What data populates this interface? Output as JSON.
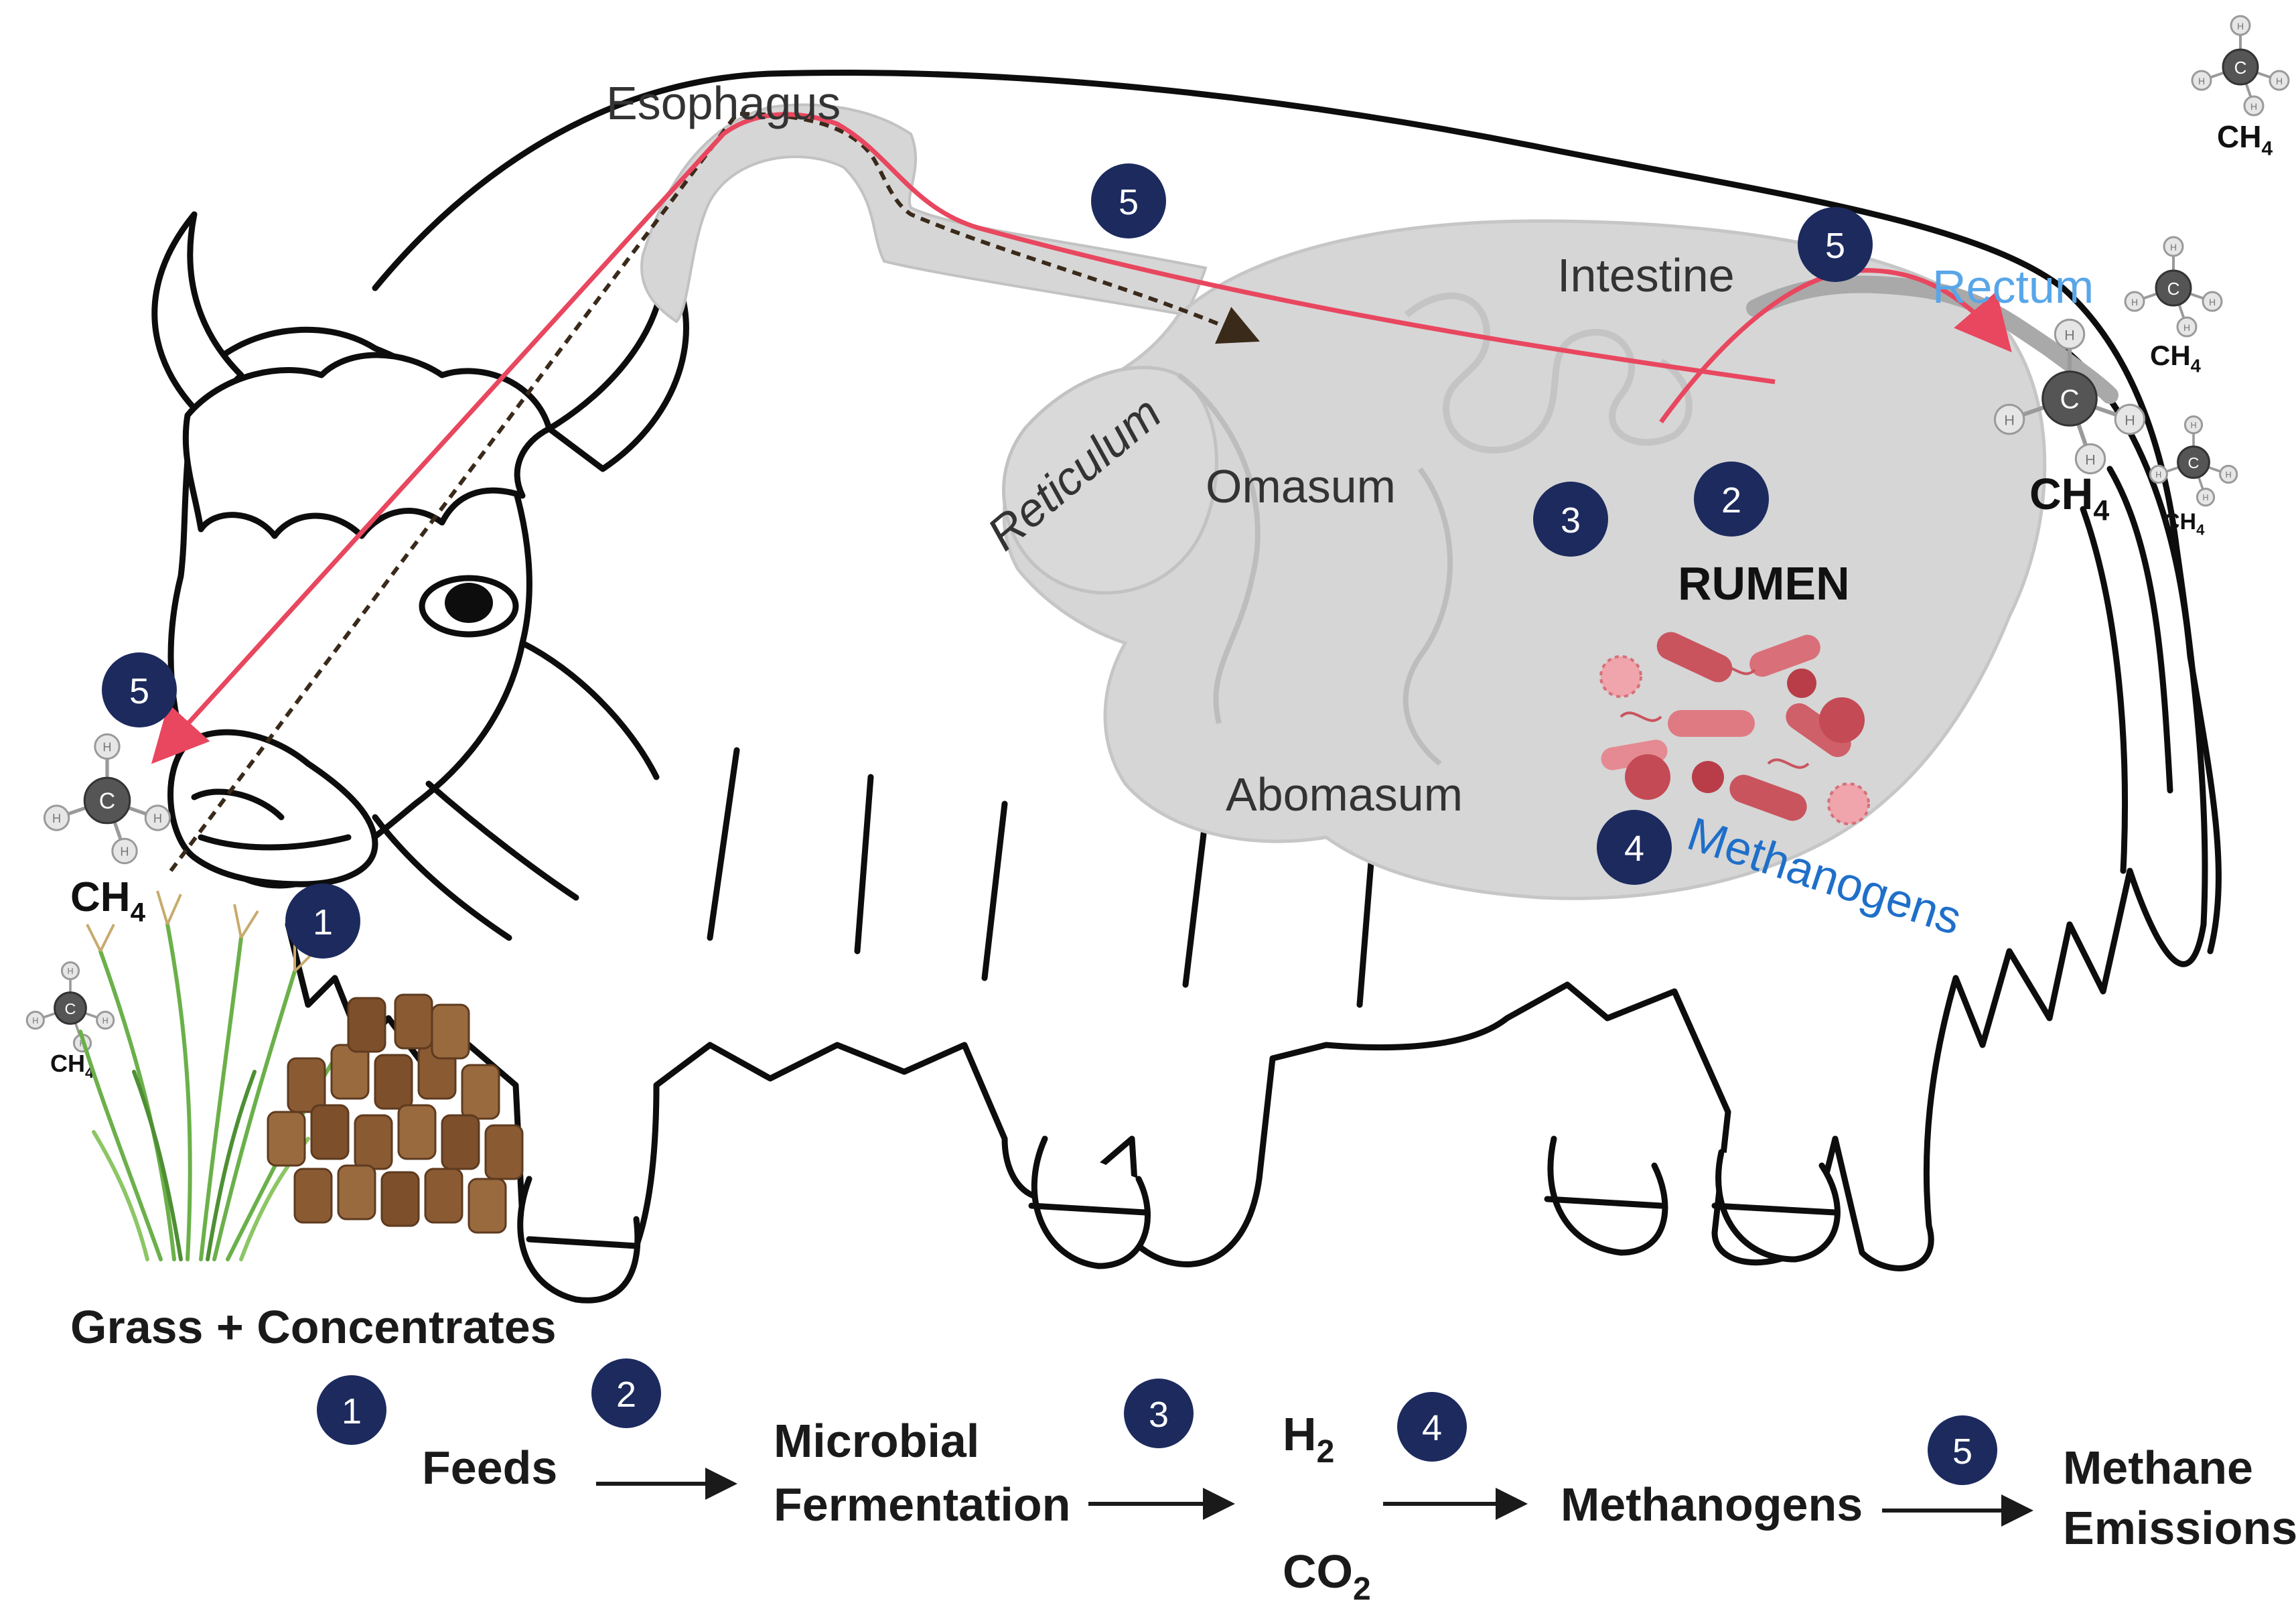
{
  "labels": {
    "esophagus": "Esophagus",
    "intestine": "Intestine",
    "rectum": "Rectum",
    "reticulum": "Reticulum",
    "omasum": "Omasum",
    "abomasum": "Abomasum",
    "rumen": "RUMEN",
    "methanogens_in_rumen": "Methanogens",
    "feed": "Grass + Concentrates"
  },
  "molecule": {
    "formula": "CH",
    "subscript": "4",
    "carbon": "C",
    "hydrogen": "H"
  },
  "flow": {
    "step1": "Feeds",
    "step2_line1": "Microbial",
    "step2_line2": "Fermentation",
    "h2_base": "H",
    "h2_sub": "2",
    "co2_base": "CO",
    "co2_sub": "2",
    "step4": "Methanogens",
    "step5_line1": "Methane",
    "step5_line2": "Emissions"
  },
  "badges": {
    "one": "1",
    "two": "2",
    "three": "3",
    "four": "4",
    "five": "5"
  },
  "colors": {
    "badge_fill": "#1c2a5e",
    "red_path": "#e8475f",
    "blue_methanogens": "#1f6fc9",
    "blue_rectum": "#58a6e8",
    "organ_fill": "#d6d6d6",
    "grass": "#6bb04a",
    "pellet": "#8a5a33"
  }
}
